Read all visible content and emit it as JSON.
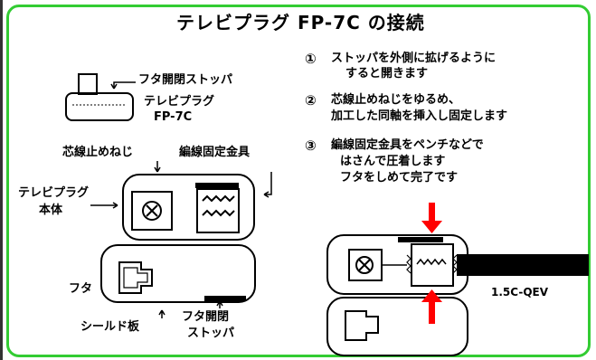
{
  "title": "テレビプラグ FP-7C の接続",
  "labels": {
    "lid_stopper_top": "フタ開閉ストッパ",
    "plug_name_line1": "テレビプラグ",
    "plug_name_line2": "FP-7C",
    "core_screw": "芯線止めねじ",
    "braid_fitting": "編線固定金具",
    "plug_body_line1": "テレビプラグ",
    "plug_body_line2": "本体",
    "lid": "フタ",
    "shield_plate": "シールド板",
    "lid_stopper_bottom_line1": "フタ開閉",
    "lid_stopper_bottom_line2": "ストッパ",
    "cable": "1.5C-QEV"
  },
  "steps": [
    {
      "num": "①",
      "line1": "ストッパを外側に拡げるように",
      "line2": "すると開きます",
      "line3": ""
    },
    {
      "num": "②",
      "line1": "芯線止めねじをゆるめ、",
      "line2": "加工した同軸を挿入し固定します",
      "line3": ""
    },
    {
      "num": "③",
      "line1": "編線固定金具をペンチなどで",
      "line2": "はさんで圧着します",
      "line3": "フタをしめて完了です"
    }
  ],
  "colors": {
    "border": "#33cc33",
    "arrow": "#ff0000",
    "line": "#000000"
  }
}
